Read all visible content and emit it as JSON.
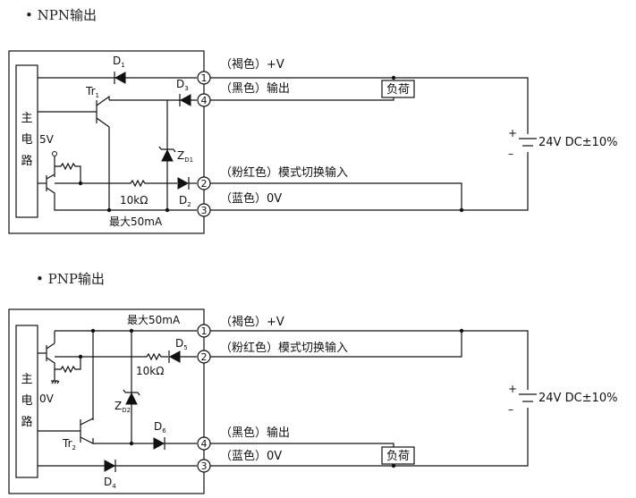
{
  "npn": {
    "title": "• NPN输出",
    "main_circuit": [
      "主",
      "电",
      "路"
    ],
    "v5": "5V",
    "tr": "Tr",
    "tr_sub": "1",
    "d1": "D",
    "d1_sub": "1",
    "d2": "D",
    "d2_sub": "2",
    "d3": "D",
    "d3_sub": "3",
    "zd": "Z",
    "zd_sub": "D1",
    "resistor": "10kΩ",
    "max_current": "最大50mA",
    "pins": [
      "1",
      "4",
      "2",
      "3"
    ],
    "wire_brown": "（褐色）+V",
    "wire_black": "（黑色）输出",
    "wire_pink": "（粉红色）模式切换输入",
    "wire_blue": "（蓝色）0V",
    "load": "负荷",
    "supply": "24V DC±10%",
    "plus": "+",
    "minus": "–"
  },
  "pnp": {
    "title": "• PNP输出",
    "main_circuit": [
      "主",
      "电",
      "路"
    ],
    "v0": "0V",
    "tr": "Tr",
    "tr_sub": "2",
    "d4": "D",
    "d4_sub": "4",
    "d5": "D",
    "d5_sub": "5",
    "d6": "D",
    "d6_sub": "6",
    "zd": "Z",
    "zd_sub": "D2",
    "resistor": "10kΩ",
    "max_current": "最大50mA",
    "pins": [
      "1",
      "2",
      "4",
      "3"
    ],
    "wire_brown": "（褐色）+V",
    "wire_pink": "（粉红色）模式切换输入",
    "wire_black": "（黑色）输出",
    "wire_blue": "（蓝色）0V",
    "load": "负荷",
    "supply": "24V DC±10%",
    "plus": "+",
    "minus": "–"
  }
}
